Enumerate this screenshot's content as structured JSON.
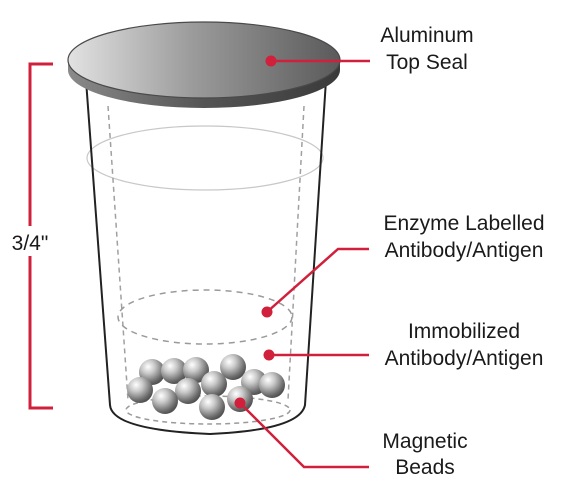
{
  "labels": {
    "top_seal": [
      "Aluminum",
      "Top Seal"
    ],
    "enzyme": [
      "Enzyme Labelled",
      "Antibody/Antigen"
    ],
    "immobilized": [
      "Immobilized",
      "Antibody/Antigen"
    ],
    "beads": [
      "Magnetic",
      "Beads"
    ],
    "height": "3/4\""
  },
  "colors": {
    "accent": "#d0203c",
    "cup_outline": "#222222",
    "dashed": "#9a9a9a"
  }
}
